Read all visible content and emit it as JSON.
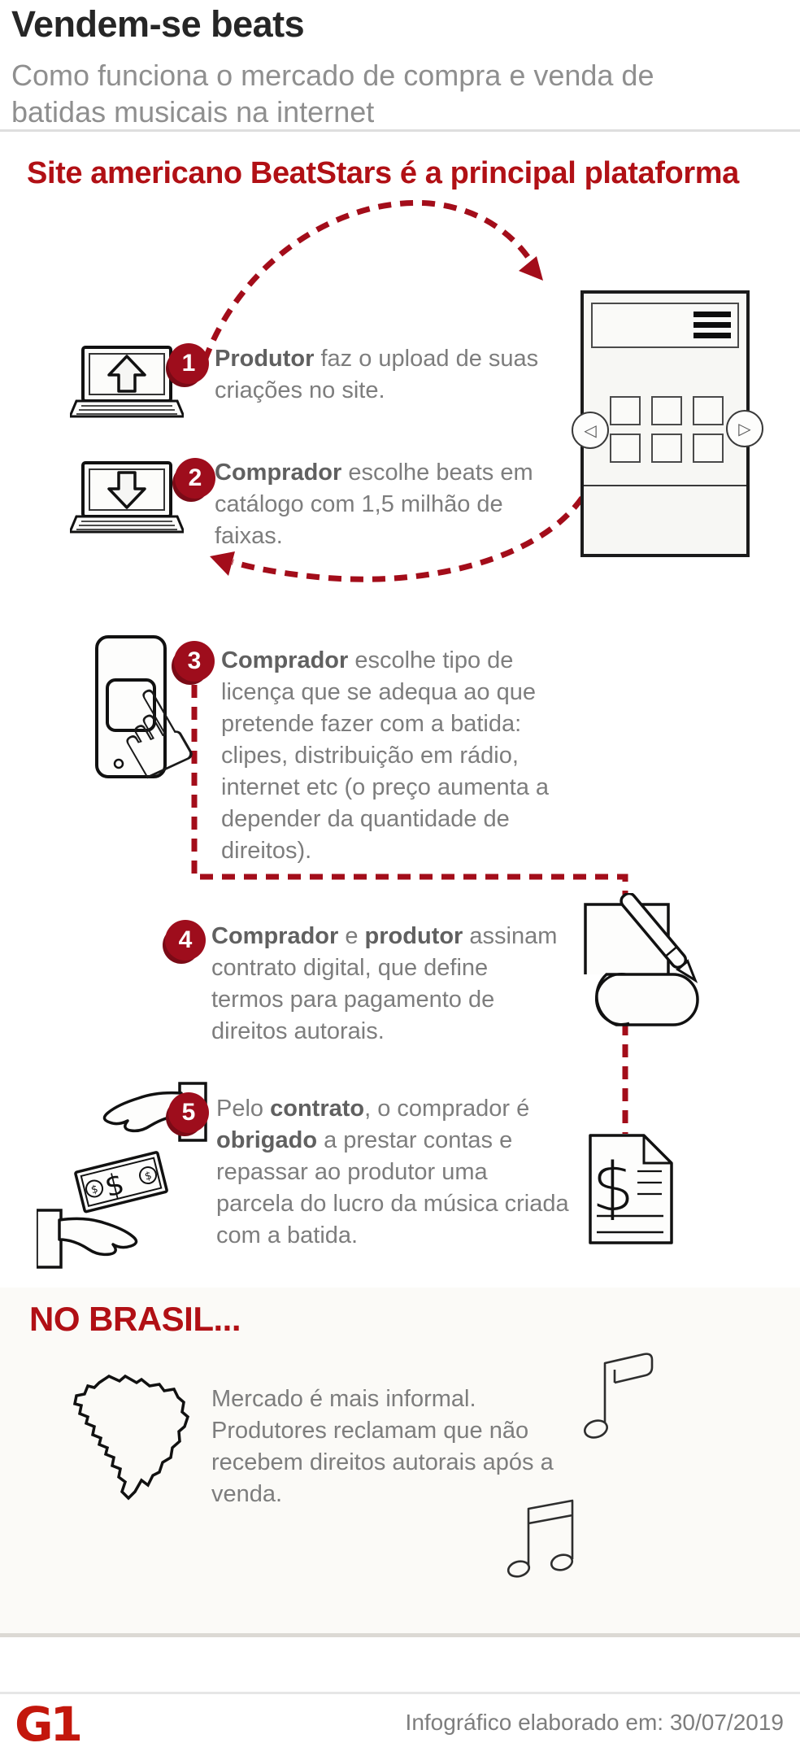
{
  "header": {
    "title": "Vendem-se beats",
    "subtitle_lines": [
      "Como funciona o mercado de compra e venda de",
      "batidas musicais na internet"
    ]
  },
  "headline": "Site americano BeatStars é a principal plataforma",
  "steps": [
    {
      "number": "1",
      "lines": [
        [
          {
            "t": "Produtor",
            "b": 1
          },
          {
            "t": " faz o upload de suas",
            "b": 0
          }
        ],
        [
          {
            "t": "criações no site.",
            "b": 0
          }
        ]
      ]
    },
    {
      "number": "2",
      "lines": [
        [
          {
            "t": "Comprador",
            "b": 1
          },
          {
            "t": " escolhe beats em",
            "b": 0
          }
        ],
        [
          {
            "t": "catálogo com 1,5 milhão de",
            "b": 0
          }
        ],
        [
          {
            "t": "faixas.",
            "b": 0
          }
        ]
      ]
    },
    {
      "number": "3",
      "lines": [
        [
          {
            "t": "Comprador",
            "b": 1
          },
          {
            "t": " escolhe tipo de",
            "b": 0
          }
        ],
        [
          {
            "t": "licença que se adequa ao que",
            "b": 0
          }
        ],
        [
          {
            "t": "pretende fazer com a batida:",
            "b": 0
          }
        ],
        [
          {
            "t": "clipes, distribuição em rádio,",
            "b": 0
          }
        ],
        [
          {
            "t": "internet etc (o preço aumenta a",
            "b": 0
          }
        ],
        [
          {
            "t": "depender da quantidade de",
            "b": 0
          }
        ],
        [
          {
            "t": "direitos).",
            "b": 0
          }
        ]
      ]
    },
    {
      "number": "4",
      "lines": [
        [
          {
            "t": "Comprador",
            "b": 1
          },
          {
            "t": " e ",
            "b": 0
          },
          {
            "t": "produtor",
            "b": 1
          },
          {
            "t": " assinam",
            "b": 0
          }
        ],
        [
          {
            "t": "contrato digital, que define",
            "b": 0
          }
        ],
        [
          {
            "t": "termos para pagamento de",
            "b": 0
          }
        ],
        [
          {
            "t": "direitos autorais.",
            "b": 0
          }
        ]
      ]
    },
    {
      "number": "5",
      "lines": [
        [
          {
            "t": "Pelo ",
            "b": 0
          },
          {
            "t": "contrato",
            "b": 1
          },
          {
            "t": ", o comprador é",
            "b": 0
          }
        ],
        [
          {
            "t": "obrigado",
            "b": 1
          },
          {
            "t": " a prestar contas e",
            "b": 0
          }
        ],
        [
          {
            "t": "repassar ao produtor uma",
            "b": 0
          }
        ],
        [
          {
            "t": "parcela do lucro da música criada",
            "b": 0
          }
        ],
        [
          {
            "t": "com a batida.",
            "b": 0
          }
        ]
      ]
    }
  ],
  "brazil_section": {
    "heading": "NO BRASIL...",
    "lines": [
      "Mercado é mais informal.",
      "Produtores reclamam que não",
      "recebem direitos autorais após a",
      "venda."
    ]
  },
  "footer": {
    "logo": "G1",
    "credit": "Infográfico elaborado em: 30/07/2019"
  },
  "icons": {
    "tap_hand": "☝",
    "nav_left": "◁",
    "nav_right": "▷",
    "dollar": "$"
  },
  "colors": {
    "headline_red": "#b11015",
    "badge_red": "#9e0d1c",
    "arrow_red": "#a30d1a",
    "logo_red": "#c3170c",
    "body_gray": "#7d7d7d",
    "section_bg": "#fbfaf7"
  }
}
